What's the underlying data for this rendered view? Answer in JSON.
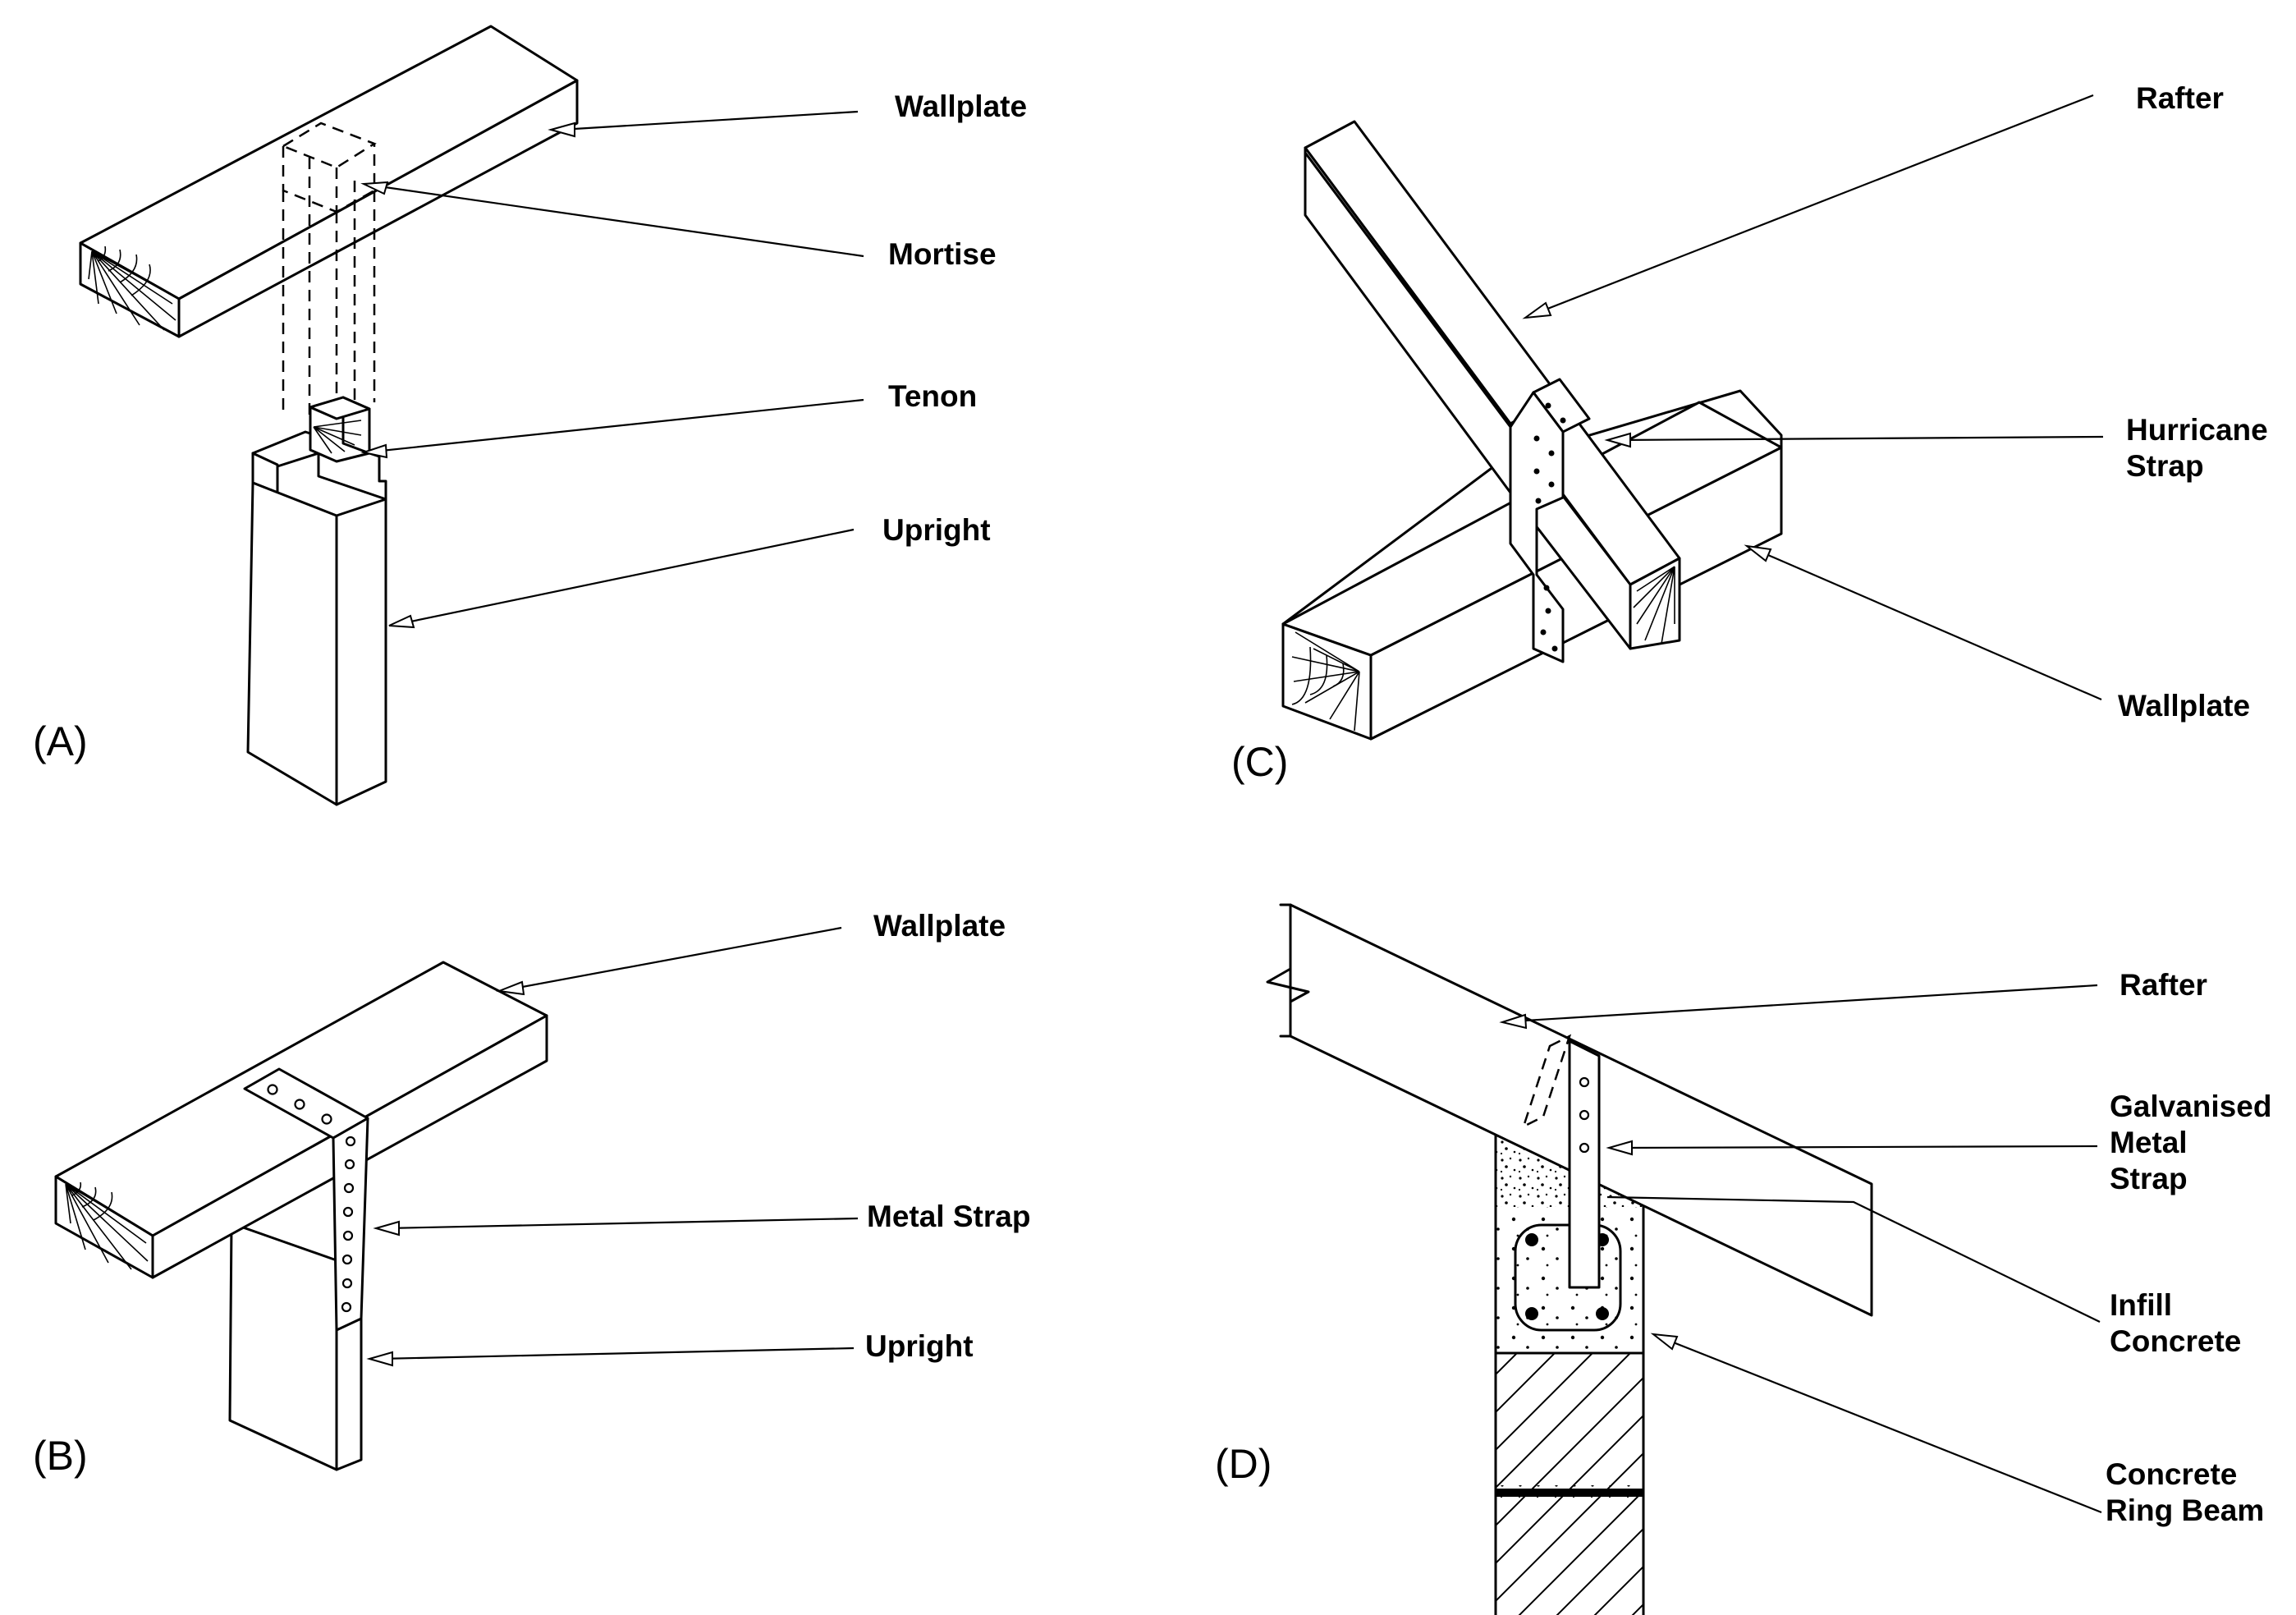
{
  "panels": {
    "a": {
      "tag": "(A)",
      "labels": {
        "wallplate": "Wallplate",
        "mortise": "Mortise",
        "tenon": "Tenon",
        "upright": "Upright"
      }
    },
    "b": {
      "tag": "(B)",
      "labels": {
        "wallplate": "Wallplate",
        "metal_strap": "Metal Strap",
        "upright": "Upright"
      }
    },
    "c": {
      "tag": "(C)",
      "labels": {
        "rafter": "Rafter",
        "hurricane_strap_line1": "Hurricane",
        "hurricane_strap_line2": "Strap",
        "wallplate": "Wallplate"
      }
    },
    "d": {
      "tag": "(D)",
      "labels": {
        "rafter": "Rafter",
        "galvanised_line1": "Galvanised",
        "galvanised_line2": "Metal",
        "galvanised_line3": "Strap",
        "infill_line1": "Infill",
        "infill_line2": "Concrete",
        "ring_beam_line1": "Concrete",
        "ring_beam_line2": "Ring Beam"
      }
    }
  }
}
